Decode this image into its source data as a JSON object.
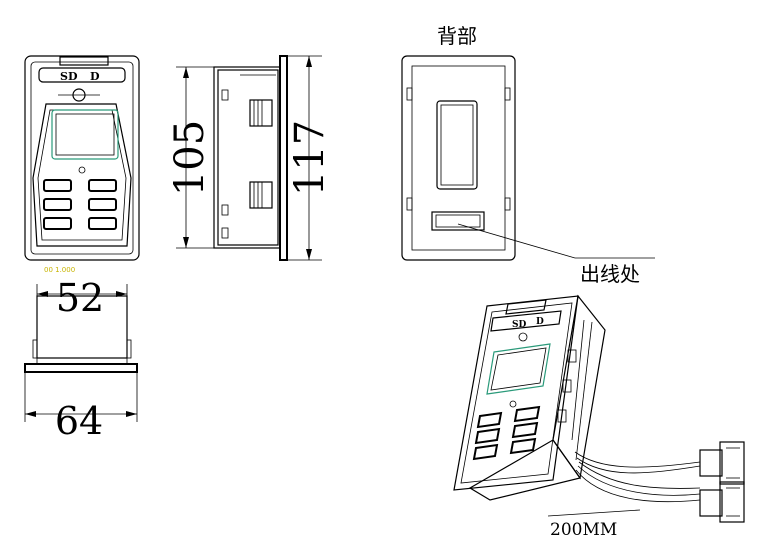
{
  "labels": {
    "back": "背部",
    "outlet": "出线处",
    "cable_length": "200MM",
    "small_note": "00 1.000"
  },
  "dimensions": {
    "height_body": "105",
    "height_total": "117",
    "width_body": "52",
    "width_total": "64"
  },
  "device": {
    "badge_sd": "SD",
    "badge_d": "D"
  }
}
